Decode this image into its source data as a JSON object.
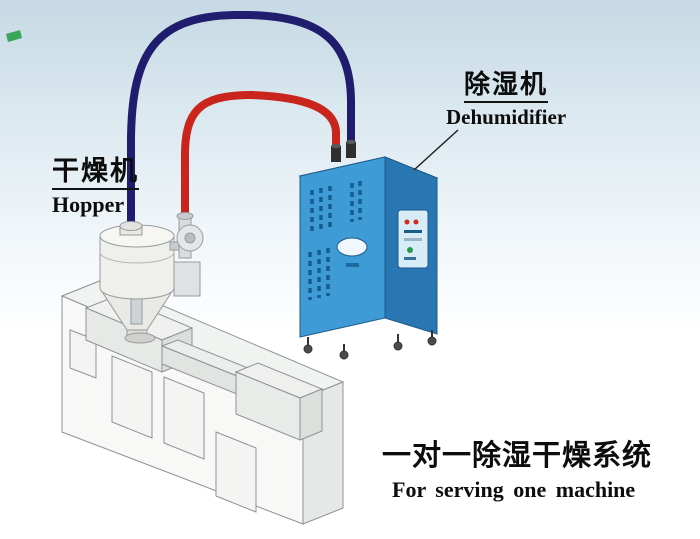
{
  "labels": {
    "hopper": {
      "zh": "干燥机",
      "en": "Hopper"
    },
    "dehumidifier": {
      "zh": "除湿机",
      "en": "Dehumidifier"
    },
    "caption": {
      "zh": "一对一除湿干燥系统",
      "en": "For serving one machine"
    }
  },
  "colors": {
    "pipe_red": "#c9251c",
    "pipe_navy": "#211d6e",
    "cabinet_front": "#3f9bd6",
    "cabinet_side": "#2877b2",
    "cabinet_top": "#a6d8f0",
    "machine_body": "#f8f9f7",
    "background_top": "#c6d9e4"
  }
}
